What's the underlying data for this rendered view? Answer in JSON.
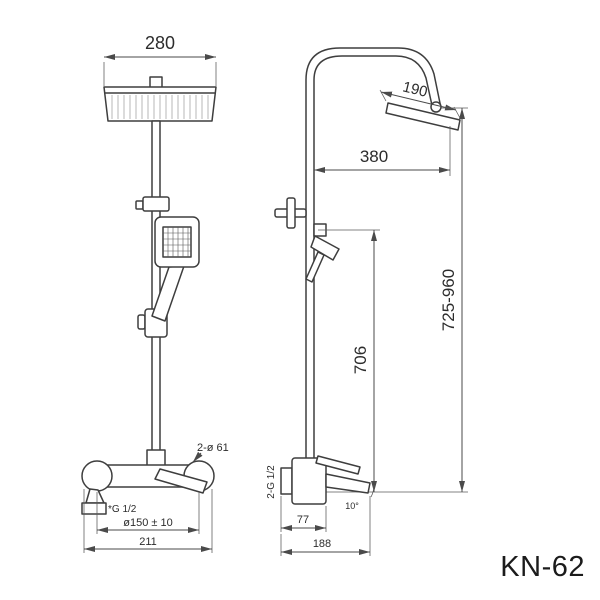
{
  "model": "KN-62",
  "front_view": {
    "dim_head_width": "280",
    "label_mount_holes": "2-ø 61",
    "label_spout_thread": "*G 1/2",
    "dim_inlet_centers": "ø150 ± 10",
    "dim_body_width": "211"
  },
  "side_view": {
    "dim_head_size": "190",
    "dim_arm_reach": "380",
    "dim_column_height": "706",
    "dim_total_height": "725-960",
    "label_inlet_thread": "2-G 1/2",
    "label_spout_angle": "10°",
    "dim_body_depth": "77",
    "dim_overall_depth": "188"
  }
}
